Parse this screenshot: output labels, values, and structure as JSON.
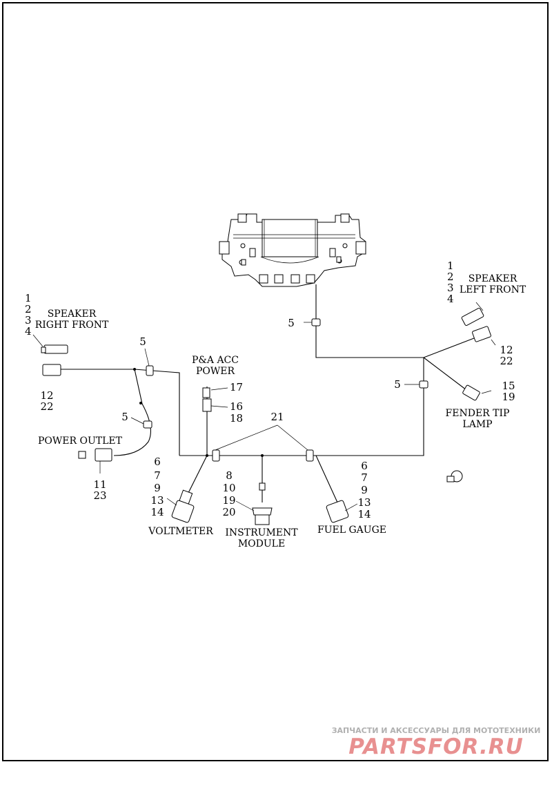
{
  "callouts": {
    "speaker_right_front": {
      "label_line1": "SPEAKER",
      "label_line2": "RIGHT FRONT",
      "nums_top": [
        "1",
        "2",
        "3",
        "4"
      ],
      "nums_bottom": [
        "12",
        "22"
      ]
    },
    "speaker_left_front": {
      "label_line1": "SPEAKER",
      "label_line2": "LEFT FRONT",
      "nums_top": [
        "1",
        "2",
        "3",
        "4"
      ],
      "nums_bottom": [
        "12",
        "22"
      ]
    },
    "fender_tip_lamp": {
      "label_line1": "FENDER TIP",
      "label_line2": "LAMP",
      "nums": [
        "15",
        "19"
      ]
    },
    "pa_acc_power": {
      "label_line1": "P&A ACC",
      "label_line2": "POWER",
      "num_17": "17",
      "num_16": "16",
      "num_18": "18"
    },
    "power_outlet": {
      "label": "POWER OUTLET",
      "nums": [
        "11",
        "23"
      ]
    },
    "voltmeter": {
      "label": "VOLTMETER",
      "nums": [
        "6",
        "7",
        "9",
        "13",
        "14"
      ]
    },
    "instrument_module": {
      "label_line1": "INSTRUMENT",
      "label_line2": "MODULE",
      "nums": [
        "8",
        "10",
        "19",
        "20"
      ]
    },
    "fuel_gauge": {
      "label": "FUEL GAUGE",
      "nums": [
        "6",
        "7",
        "9",
        "13",
        "14"
      ]
    },
    "clip": "5",
    "harness": "21"
  },
  "watermark": {
    "top": "ЗАПЧАСТИ И АКСЕССУАРЫ ДЛЯ МОТОТЕХНИКИ",
    "brand": "PARTSFOR.RU"
  }
}
